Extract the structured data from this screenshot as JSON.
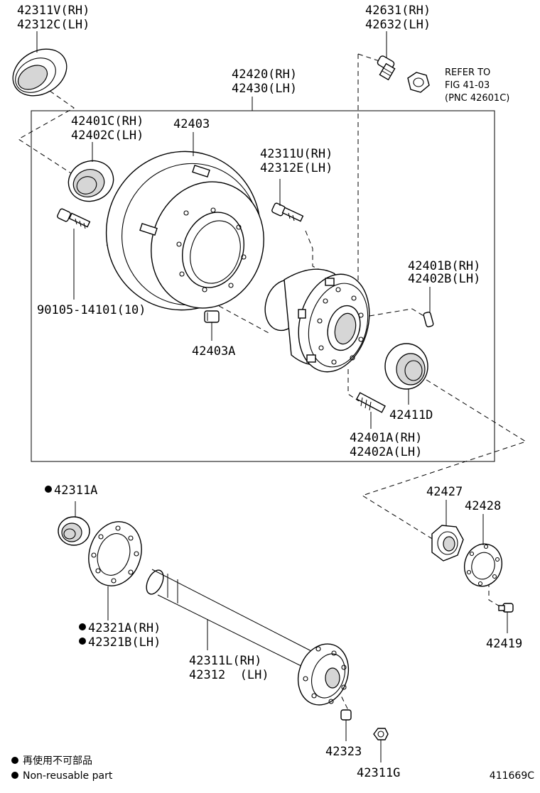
{
  "labels": {
    "p42311V": "42311V(RH)",
    "p42312C": "42312C(LH)",
    "p42631": "42631(RH)",
    "p42632": "42632(LH)",
    "ref1": "REFER TO",
    "ref2": "FIG 41-03",
    "ref3": "(PNC 42601C)",
    "p42420": "42420(RH)",
    "p42430": "42430(LH)",
    "p42401C": "42401C(RH)",
    "p42402C": "42402C(LH)",
    "p42403": "42403",
    "p42311U": "42311U(RH)",
    "p42312E": "42312E(LH)",
    "p42401B": "42401B(RH)",
    "p42402B": "42402B(LH)",
    "p90105": "90105-14101(10)",
    "p42403A": "42403A",
    "p42411D": "42411D",
    "p42401A": "42401A(RH)",
    "p42402A": "42402A(LH)",
    "p42311A": "42311A",
    "p42427": "42427",
    "p42428": "42428",
    "p42321A": "42321A(RH)",
    "p42321B": "42321B(LH)",
    "p42419": "42419",
    "p42311L": "42311L(RH)",
    "p42312": "42312  (LH)",
    "p42323": "42323",
    "p42311G": "42311G"
  },
  "legend": {
    "line1": "再使用不可部品",
    "line2": "Non-reusable part"
  },
  "diagram_id": "411669C"
}
